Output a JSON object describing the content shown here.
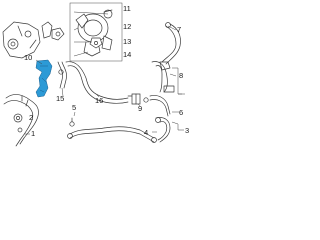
{
  "callouts": [
    {
      "id": "c1",
      "label": "1"
    },
    {
      "id": "c2",
      "label": "2"
    },
    {
      "id": "c3",
      "label": "3"
    },
    {
      "id": "c4",
      "label": "4"
    },
    {
      "id": "c5",
      "label": "5"
    },
    {
      "id": "c6",
      "label": "6"
    },
    {
      "id": "c7",
      "label": "7"
    },
    {
      "id": "c8",
      "label": "8"
    },
    {
      "id": "c9",
      "label": "9"
    },
    {
      "id": "c10",
      "label": "10"
    },
    {
      "id": "c11",
      "label": "11"
    },
    {
      "id": "c12",
      "label": "12"
    },
    {
      "id": "c13",
      "label": "13"
    },
    {
      "id": "c14",
      "label": "14"
    },
    {
      "id": "c15",
      "label": "15"
    },
    {
      "id": "c16",
      "label": "16"
    }
  ],
  "colors": {
    "highlight": "#2c9ad6",
    "line": "#3a3a3a",
    "background": "#ffffff"
  }
}
